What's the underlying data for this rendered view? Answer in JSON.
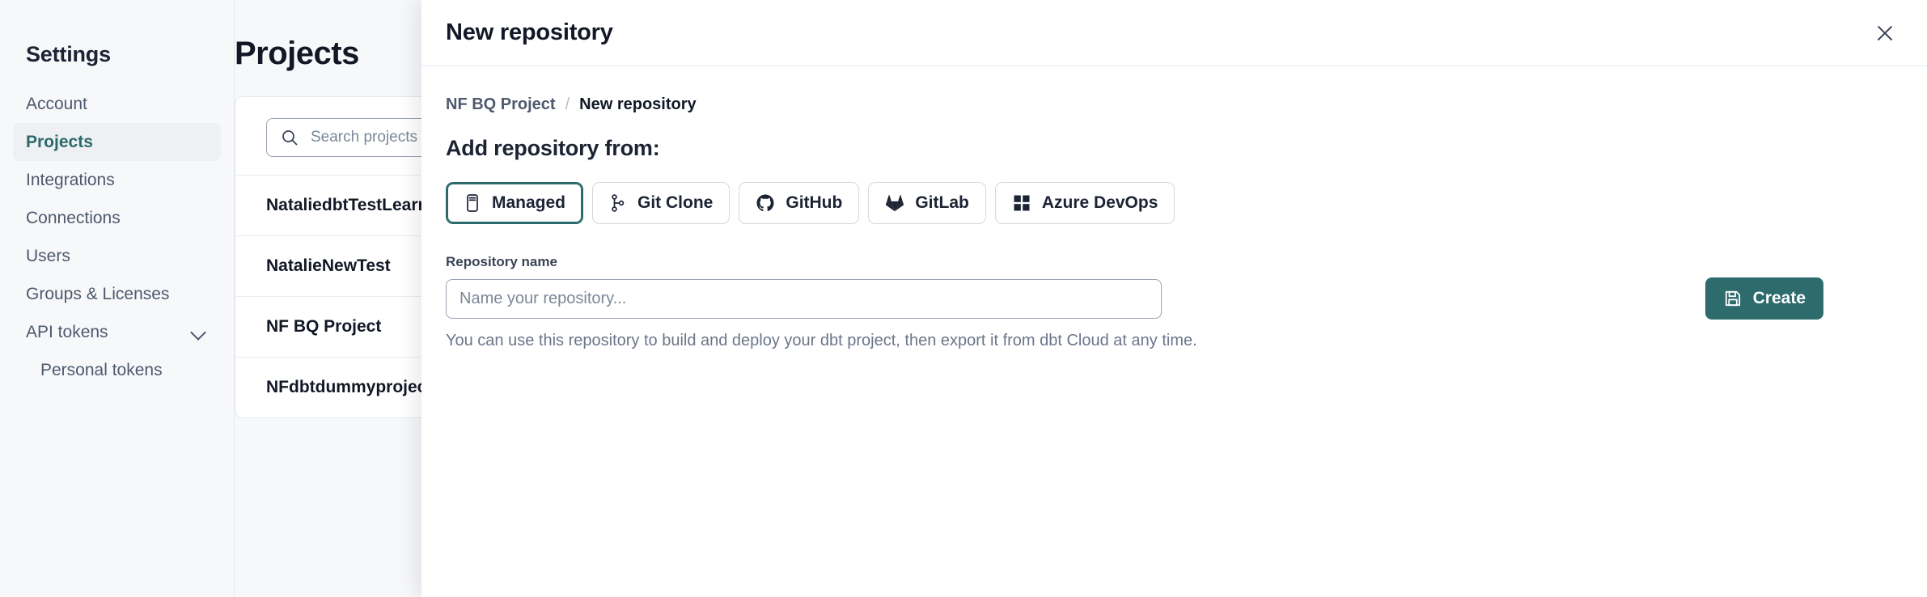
{
  "sidebar": {
    "title": "Settings",
    "items": [
      {
        "label": "Account",
        "active": false,
        "sub": false,
        "icon": null
      },
      {
        "label": "Projects",
        "active": true,
        "sub": false,
        "icon": null
      },
      {
        "label": "Integrations",
        "active": false,
        "sub": false,
        "icon": null
      },
      {
        "label": "Connections",
        "active": false,
        "sub": false,
        "icon": null
      },
      {
        "label": "Users",
        "active": false,
        "sub": false,
        "icon": null
      },
      {
        "label": "Groups & Licenses",
        "active": false,
        "sub": false,
        "icon": null
      },
      {
        "label": "API tokens",
        "active": false,
        "sub": false,
        "icon": "chevron-down-icon"
      },
      {
        "label": "Personal tokens",
        "active": false,
        "sub": true,
        "icon": null
      }
    ]
  },
  "main": {
    "page_title": "Projects",
    "search": {
      "placeholder": "Search projects by name",
      "value": "",
      "icon": "search-icon"
    },
    "projects": [
      {
        "name": "NataliedbtTestLearn Test"
      },
      {
        "name": "NatalieNewTest"
      },
      {
        "name": "NF BQ Project"
      },
      {
        "name": "NFdbtdummyproject"
      }
    ]
  },
  "panel": {
    "title": "New repository",
    "close_icon": "close-icon",
    "breadcrumb": {
      "parent": "NF BQ Project",
      "separator": "/",
      "current": "New repository"
    },
    "section_title": "Add repository from:",
    "sources": [
      {
        "label": "Managed",
        "icon": "database-icon",
        "selected": true
      },
      {
        "label": "Git Clone",
        "icon": "git-branch-icon",
        "selected": false
      },
      {
        "label": "GitHub",
        "icon": "github-icon",
        "selected": false
      },
      {
        "label": "GitLab",
        "icon": "gitlab-icon",
        "selected": false
      },
      {
        "label": "Azure DevOps",
        "icon": "azure-devops-icon",
        "selected": false
      }
    ],
    "repository_name": {
      "label": "Repository name",
      "placeholder": "Name your repository...",
      "value": ""
    },
    "create_button": {
      "label": "Create",
      "icon": "save-icon"
    },
    "helper_text": "You can use this repository to build and deploy your dbt project, then export it from dbt Cloud at any time."
  },
  "colors": {
    "accent_teal": "#2d6b6d",
    "page_bg": "#f7f8fa",
    "panel_bg": "#ffffff",
    "text_dark": "#121826",
    "text_muted": "#6b7689",
    "border": "#e3e6ec"
  }
}
